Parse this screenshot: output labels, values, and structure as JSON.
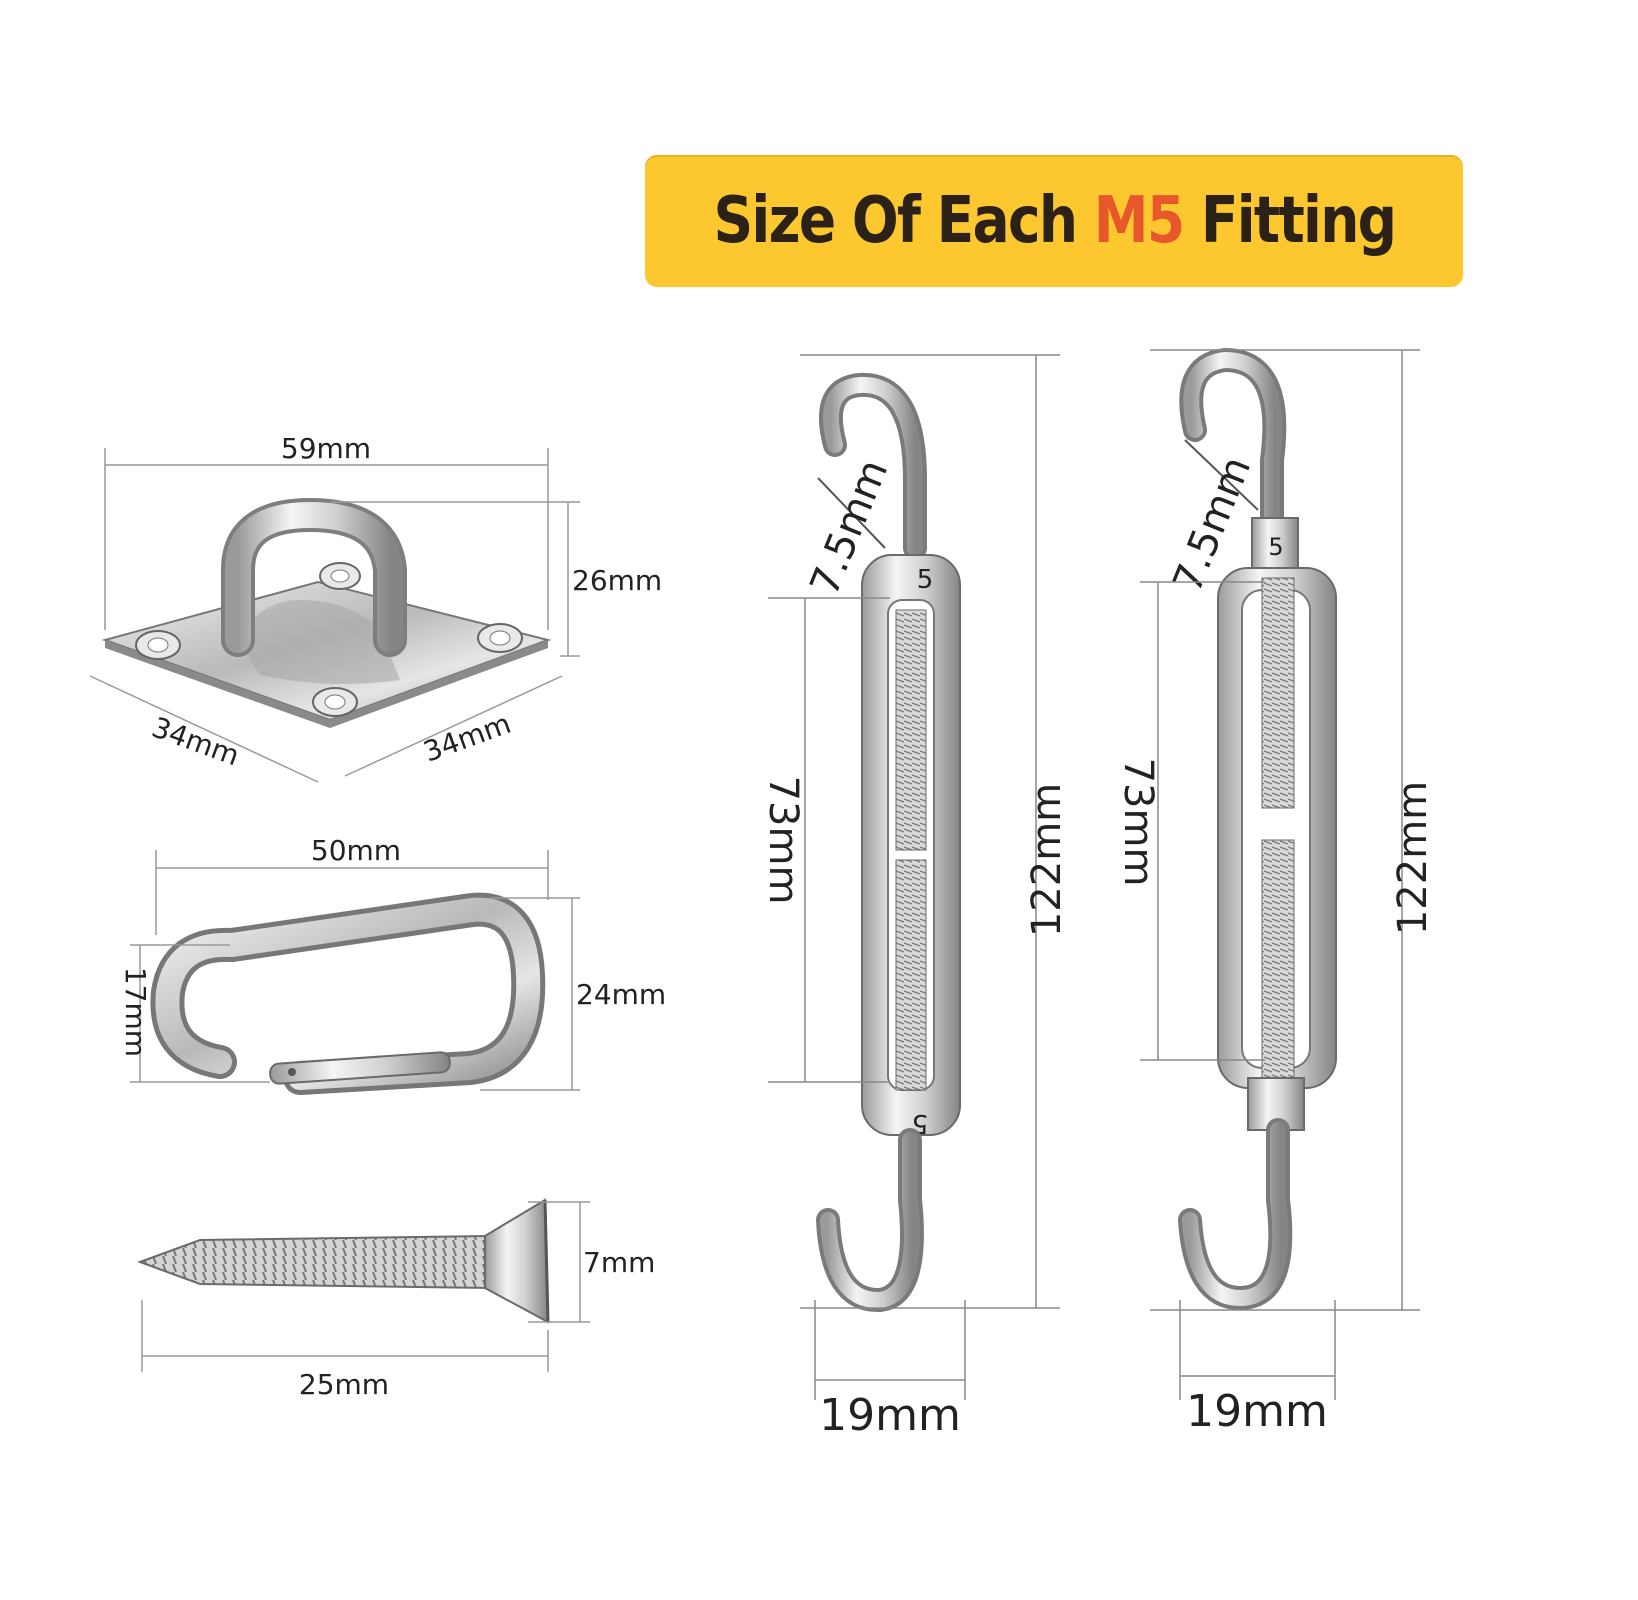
{
  "banner": {
    "prefix": "Size Of Each",
    "highlight": "M5",
    "suffix": "Fitting",
    "bg_color": "#fdc82f",
    "highlight_color": "#e8562c",
    "text_color": "#2b2116"
  },
  "pad_eye": {
    "width": "59mm",
    "height": "26mm",
    "side_left": "34mm",
    "side_right": "34mm"
  },
  "snap_hook": {
    "length": "50mm",
    "inner_height": "17mm",
    "outer_height": "24mm"
  },
  "screw": {
    "head": "7mm",
    "length": "25mm"
  },
  "turnbuckle_left": {
    "hook_opening": "7.5mm",
    "body_length": "73mm",
    "total_length": "122mm",
    "hook_width": "19mm",
    "stamp": "5"
  },
  "turnbuckle_right": {
    "hook_opening": "7.5mm",
    "body_length": "73mm",
    "total_length": "122mm",
    "hook_width": "19mm",
    "stamp": "5"
  }
}
